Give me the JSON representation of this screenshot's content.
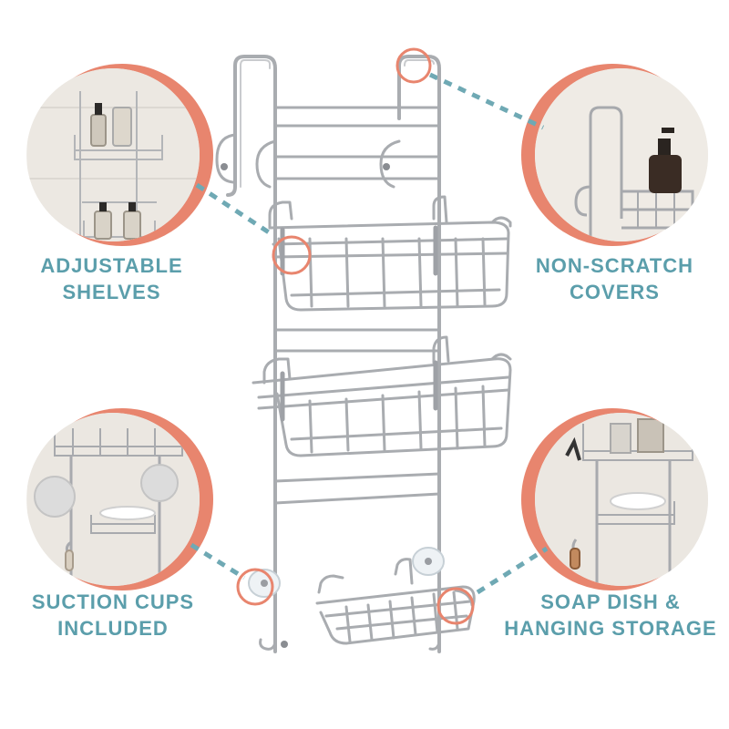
{
  "colors": {
    "teal_text": "#5b9eab",
    "coral": "#e8856e",
    "dash": "#6fa9b4",
    "chrome": "#a9acb0",
    "chrome_dark": "#7e8186",
    "photo_bg": "#eeebe6"
  },
  "features": [
    {
      "id": "adjustable-shelves",
      "line1": "ADJUSTABLE",
      "line2": "SHELVES"
    },
    {
      "id": "non-scratch-covers",
      "line1": "NON-SCRATCH",
      "line2": "COVERS"
    },
    {
      "id": "suction-cups",
      "line1": "SUCTION CUPS",
      "line2": "INCLUDED"
    },
    {
      "id": "soap-dish",
      "line1": "SOAP DISH &",
      "line2": "HANGING STORAGE"
    }
  ],
  "icons": [
    "product-caddy-illustration",
    "detail-photo-circle",
    "highlight-ring",
    "dashed-connector"
  ]
}
